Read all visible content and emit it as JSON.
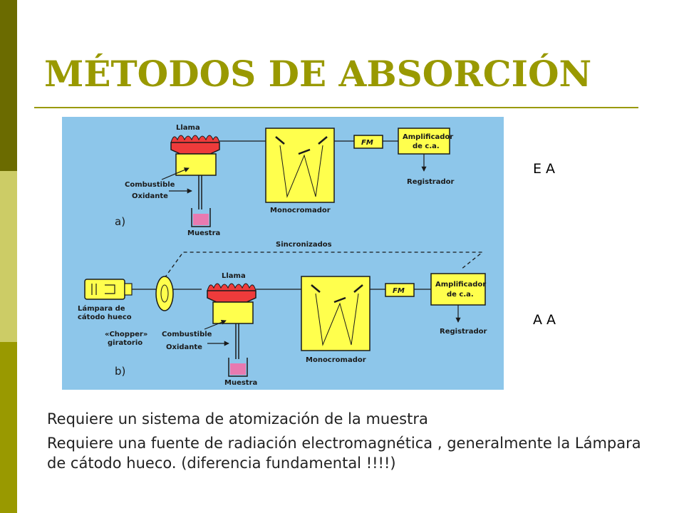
{
  "slide": {
    "title": "MÉTODOS DE ABSORCIÓN",
    "side_labels": [
      "E A",
      "A A"
    ],
    "paragraphs": [
      "Requiere un sistema de atomización de la muestra",
      "Requiere una fuente de radiación electromagnética , generalmente la Lámpara de cátodo hueco. (diferencia fundamental !!!!)"
    ]
  },
  "diagram": {
    "colors": {
      "background": "#8dc6ea",
      "box": "#ffff4d",
      "flame": "#ee3b3b",
      "sample": "#e87ab0"
    },
    "a": {
      "panel_label": "a)",
      "llama": "Llama",
      "combustible": "Combustible",
      "oxidante": "Oxidante",
      "muestra": "Muestra",
      "monocromador": "Monocromador",
      "fm": "FM",
      "amplificador": [
        "Amplificador",
        "de c.a."
      ],
      "registrador": "Registrador"
    },
    "b": {
      "panel_label": "b)",
      "sincronizados": "Sincronizados",
      "lampara": [
        "Lámpara de",
        "cátodo hueco"
      ],
      "chopper": [
        "«Chopper»",
        "giratorio"
      ],
      "llama": "Llama",
      "combustible": "Combustible",
      "oxidante": "Oxidante",
      "muestra": "Muestra",
      "monocromador": "Monocromador",
      "fm": "FM",
      "amplificador": [
        "Amplificador",
        "de c.a."
      ],
      "registrador": "Registrador"
    }
  }
}
